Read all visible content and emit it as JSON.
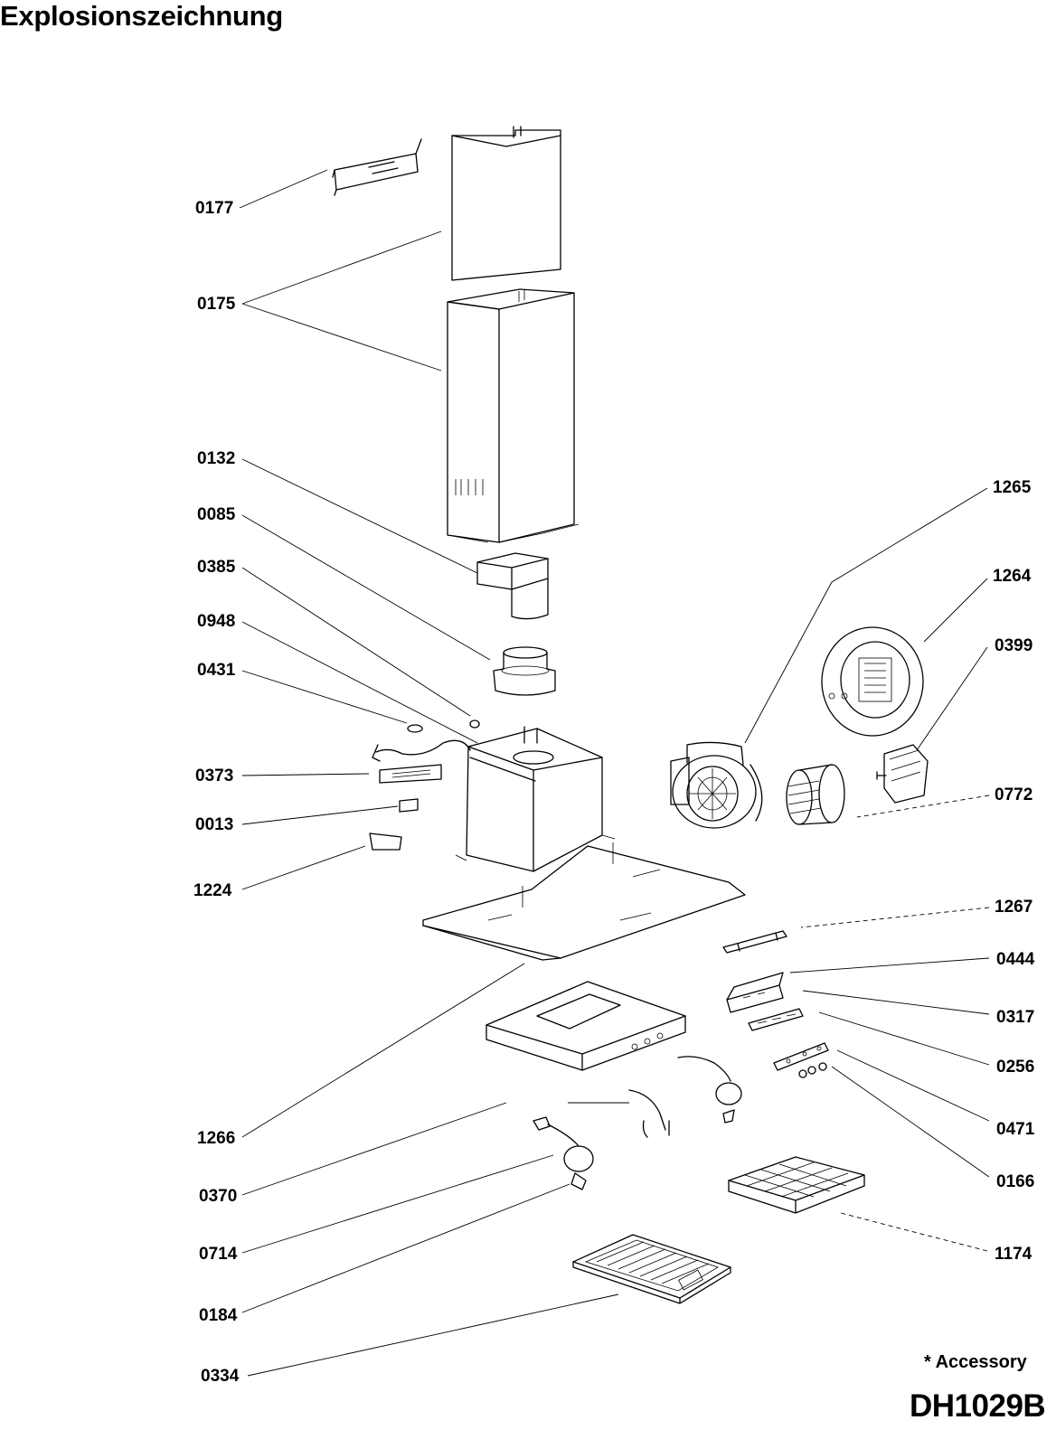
{
  "title": "Explosionszeichnung",
  "accessory_note": "* Accessory",
  "model_code": "DH1029B",
  "labels_left": [
    "0177",
    "0175",
    "0132",
    "0085",
    "0385",
    "0948",
    "0431",
    "0373",
    "0013",
    "1224",
    "1266",
    "0370",
    "0714",
    "0184",
    "0334"
  ],
  "labels_right": [
    "1265",
    "1264",
    "0399",
    "0772",
    "1267",
    "0444",
    "0317",
    "0256",
    "0471",
    "0166",
    "1174"
  ]
}
